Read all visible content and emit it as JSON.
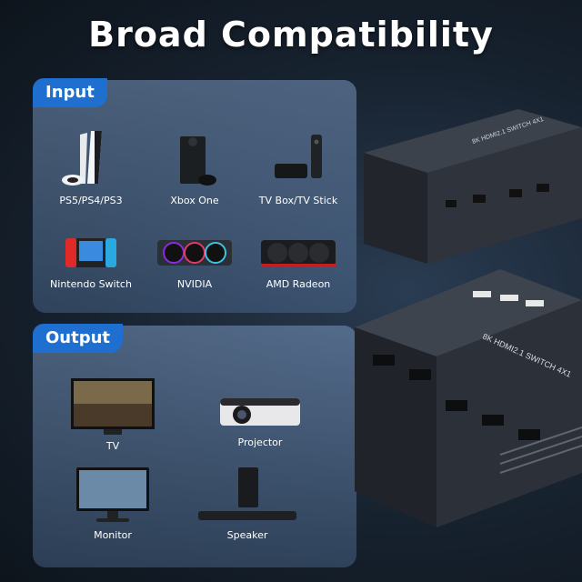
{
  "title": "Broad Compatibility",
  "input": {
    "tab": "Input",
    "items": [
      {
        "label": "PS5/PS4/PS3",
        "icon": "playstation-icon"
      },
      {
        "label": "Xbox One",
        "icon": "xbox-icon"
      },
      {
        "label": "TV Box/TV Stick",
        "icon": "tv-box-icon"
      },
      {
        "label": "Nintendo Switch",
        "icon": "nintendo-switch-icon"
      },
      {
        "label": "NVIDIA",
        "icon": "nvidia-gpu-icon"
      },
      {
        "label": "AMD Radeon",
        "icon": "amd-gpu-icon"
      }
    ]
  },
  "output": {
    "tab": "Output",
    "items": [
      {
        "label": "TV",
        "icon": "tv-icon"
      },
      {
        "label": "Projector",
        "icon": "projector-icon"
      },
      {
        "label": "Monitor",
        "icon": "monitor-icon"
      },
      {
        "label": "Speaker",
        "icon": "speaker-icon"
      }
    ]
  },
  "device": {
    "top_label": "8K HDMI2.1 SWITCH 4X1",
    "front_label": "8K HDMI2.1 SWITCH 4X1"
  },
  "colors": {
    "accent": "#1f6fd1",
    "panel": "#7896be"
  }
}
